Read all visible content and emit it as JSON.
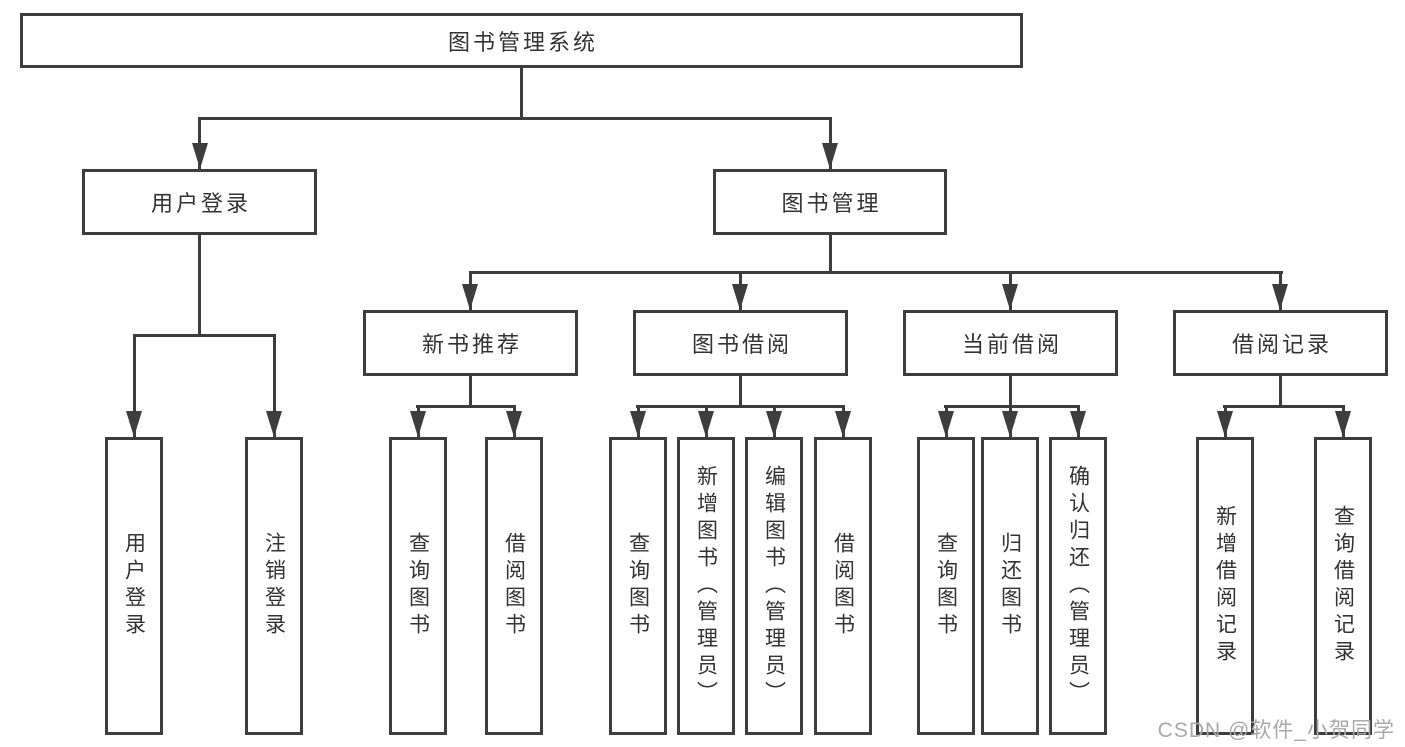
{
  "colors": {
    "line": "#3d3d3d",
    "text": "#333333",
    "watermark": "#a9a9a9",
    "background": "#ffffff"
  },
  "nodes": {
    "root": "图书管理系统",
    "user_login": "用户登录",
    "book_mgmt": "图书管理",
    "new_book_rec": "新书推荐",
    "book_borrow": "图书借阅",
    "current_borrow": "当前借阅",
    "borrow_record": "借阅记录",
    "leaf_user_login": "用户登录",
    "leaf_logout": "注销登录",
    "leaf_query_book_a": "查询图书",
    "leaf_borrow_book_a": "借阅图书",
    "leaf_query_book_b": "查询图书",
    "leaf_add_book_admin": "新增图书（管理员）",
    "leaf_edit_book_admin": "编辑图书（管理员）",
    "leaf_borrow_book_b": "借阅图书",
    "leaf_query_book_c": "查询图书",
    "leaf_return_book": "归还图书",
    "leaf_confirm_return_admin": "确认归还（管理员）",
    "leaf_add_borrow_record": "新增借阅记录",
    "leaf_query_borrow_record": "查询借阅记录"
  },
  "watermark": "CSDN @软件_小贺同学"
}
